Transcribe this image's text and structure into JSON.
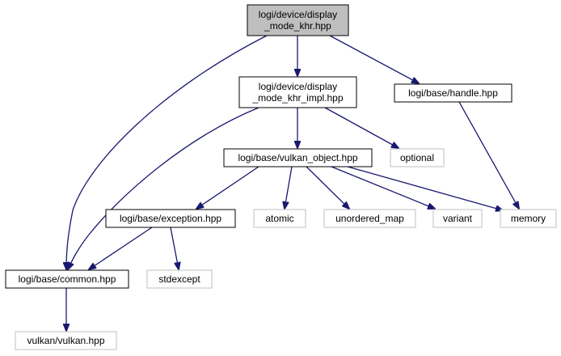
{
  "graph": {
    "edge_color": "#191970",
    "node_border_color": "#000000",
    "external_border_color": "#bfbfbf",
    "root_fill_color": "#bfbfbf",
    "node_fill_color": "#ffffff",
    "nodes": [
      {
        "id": "display_mode_khr",
        "lines": [
          "logi/device/display",
          "_mode_khr.hpp"
        ],
        "kind": "root"
      },
      {
        "id": "display_mode_khr_impl",
        "lines": [
          "logi/device/display",
          "_mode_khr_impl.hpp"
        ],
        "kind": "file"
      },
      {
        "id": "handle",
        "lines": [
          "logi/base/handle.hpp"
        ],
        "kind": "file"
      },
      {
        "id": "vulkan_object",
        "lines": [
          "logi/base/vulkan_object.hpp"
        ],
        "kind": "file"
      },
      {
        "id": "optional",
        "lines": [
          "optional"
        ],
        "kind": "external"
      },
      {
        "id": "exception",
        "lines": [
          "logi/base/exception.hpp"
        ],
        "kind": "file"
      },
      {
        "id": "atomic",
        "lines": [
          "atomic"
        ],
        "kind": "external"
      },
      {
        "id": "unordered_map",
        "lines": [
          "unordered_map"
        ],
        "kind": "external"
      },
      {
        "id": "variant",
        "lines": [
          "variant"
        ],
        "kind": "external"
      },
      {
        "id": "memory",
        "lines": [
          "memory"
        ],
        "kind": "external"
      },
      {
        "id": "common",
        "lines": [
          "logi/base/common.hpp"
        ],
        "kind": "file"
      },
      {
        "id": "stdexcept",
        "lines": [
          "stdexcept"
        ],
        "kind": "external"
      },
      {
        "id": "vulkan",
        "lines": [
          "vulkan/vulkan.hpp"
        ],
        "kind": "external"
      }
    ],
    "edges": [
      {
        "from": "display_mode_khr",
        "to": "display_mode_khr_impl"
      },
      {
        "from": "display_mode_khr",
        "to": "handle"
      },
      {
        "from": "display_mode_khr",
        "to": "common"
      },
      {
        "from": "display_mode_khr_impl",
        "to": "vulkan_object"
      },
      {
        "from": "display_mode_khr_impl",
        "to": "optional"
      },
      {
        "from": "display_mode_khr_impl",
        "to": "common"
      },
      {
        "from": "handle",
        "to": "memory"
      },
      {
        "from": "vulkan_object",
        "to": "exception"
      },
      {
        "from": "vulkan_object",
        "to": "atomic"
      },
      {
        "from": "vulkan_object",
        "to": "unordered_map"
      },
      {
        "from": "vulkan_object",
        "to": "variant"
      },
      {
        "from": "vulkan_object",
        "to": "memory"
      },
      {
        "from": "exception",
        "to": "common"
      },
      {
        "from": "exception",
        "to": "stdexcept"
      },
      {
        "from": "common",
        "to": "vulkan"
      }
    ]
  }
}
